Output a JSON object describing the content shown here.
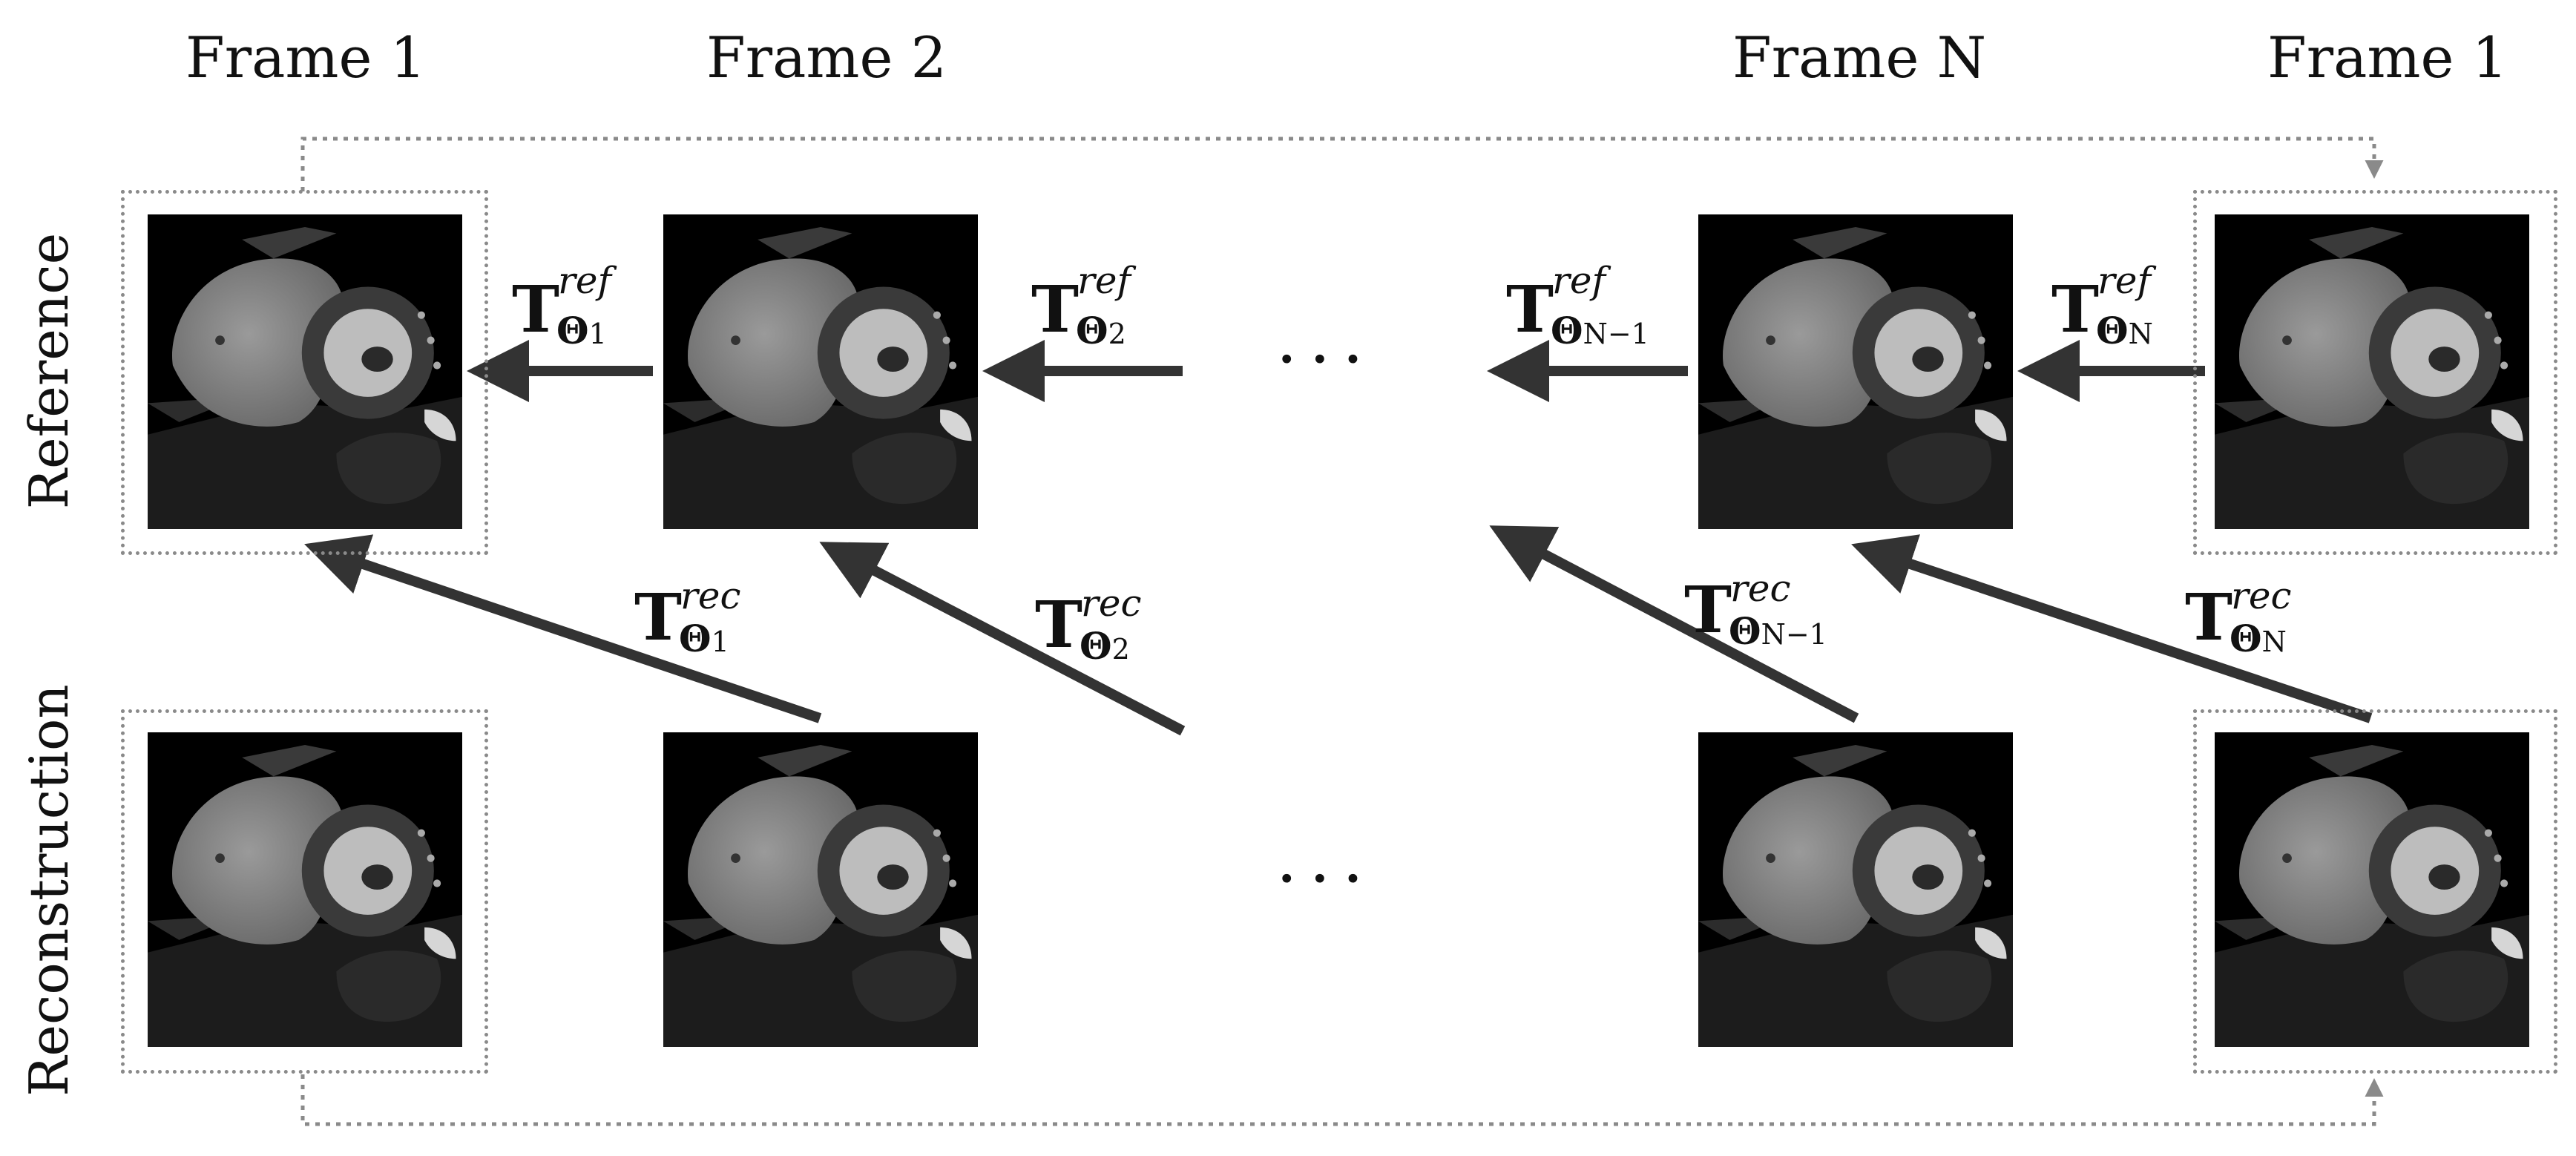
{
  "columns": {
    "col1": "Frame 1",
    "col2": "Frame 2",
    "colN": "Frame N",
    "col1_repeat": "Frame 1"
  },
  "rows": {
    "reference": "Reference",
    "reconstruction": "Reconstruction"
  },
  "ellipsis": "···",
  "transforms": {
    "T_symbol": "T",
    "theta_symbol": "Θ",
    "ref_superscript": "ref",
    "rec_superscript": "rec",
    "ref": [
      {
        "index": "1"
      },
      {
        "index": "2"
      },
      {
        "index": "N−1"
      },
      {
        "index": "N"
      }
    ],
    "rec": [
      {
        "index": "1"
      },
      {
        "index": "2"
      },
      {
        "index": "N−1"
      },
      {
        "index": "N"
      }
    ]
  },
  "colors": {
    "arrow": "#333333",
    "dotted": "#8a8a8a",
    "image_bg": "#000000"
  }
}
